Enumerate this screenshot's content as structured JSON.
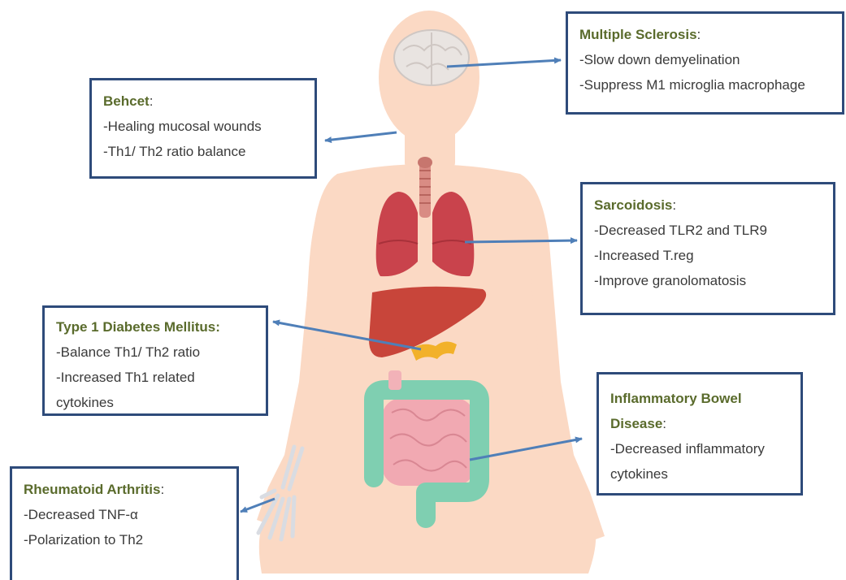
{
  "boxes": {
    "ms": {
      "title": "Multiple Sclerosis",
      "colon": ":",
      "items": [
        "-Slow down demyelination",
        "-Suppress M1 microglia macrophage"
      ]
    },
    "behcet": {
      "title": "Behcet",
      "colon": ":",
      "items": [
        "-Healing mucosal wounds",
        "-Th1/ Th2 ratio balance"
      ]
    },
    "sarcoidosis": {
      "title": "Sarcoidosis",
      "colon": ":",
      "items": [
        "-Decreased TLR2 and TLR9",
        "-Increased T.reg",
        "-Improve granolomatosis"
      ]
    },
    "t1dm": {
      "title": "Type 1 Diabetes Mellitus:",
      "items": [
        "-Balance Th1/ Th2 ratio"
      ],
      "line3_words": [
        "-Increased",
        "Th1",
        "related"
      ],
      "line4": "cytokines"
    },
    "ibd": {
      "title_words": [
        "Inflammatory",
        "Bowel"
      ],
      "title_line2": "Disease",
      "colon": ":",
      "items": [
        "-Decreased inflammatory",
        "cytokines"
      ]
    },
    "ra": {
      "title": "Rheumatoid Arthritis",
      "colon": ":",
      "items": [
        "-Decreased TNF-α",
        "-Polarization to Th2"
      ]
    }
  },
  "colors": {
    "box_border": "#2e4b7a",
    "title_text": "#5a6b2c",
    "arrow": "#4f7fb8",
    "skin": "#fbd9c4",
    "lung": "#c9434c",
    "liver": "#c8453a",
    "pancreas": "#f2b12a",
    "colon": "#7fcfb1",
    "small_intestine": "#f1a9b2"
  },
  "icons": [
    "human-body-silhouette",
    "brain-icon",
    "trachea-icon",
    "lungs-icon",
    "liver-icon",
    "pancreas-icon",
    "large-intestine-icon",
    "small-intestine-icon",
    "hand-skeleton-icon"
  ]
}
